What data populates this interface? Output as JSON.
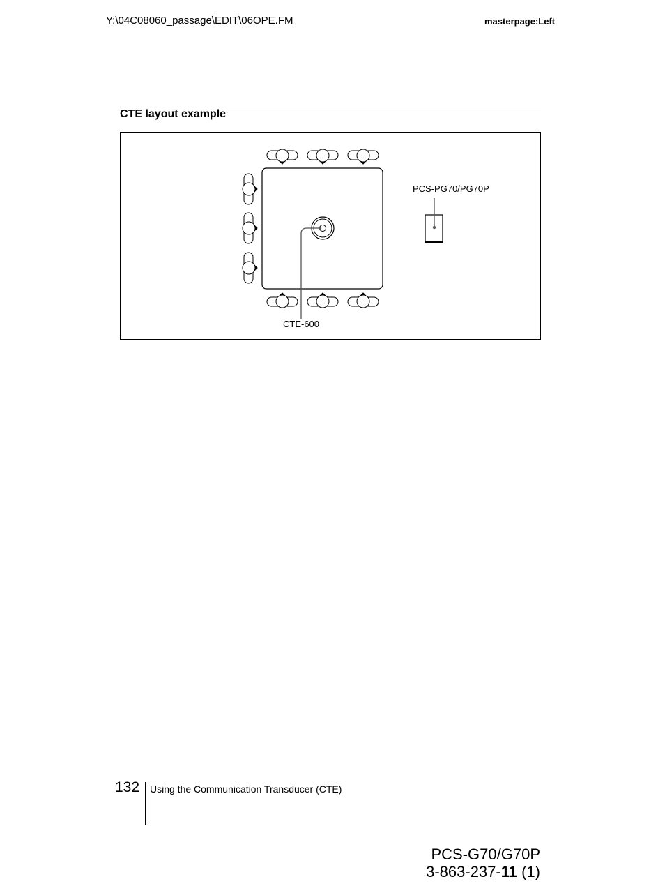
{
  "header": {
    "file_path": "Y:\\04C08060_passage\\EDIT\\06OPE.FM",
    "masterpage": "masterpage:Left"
  },
  "section": {
    "title": "CTE layout example"
  },
  "figure": {
    "label_pcs": "PCS-PG70/PG70P",
    "label_cte": "CTE-600"
  },
  "footer": {
    "page_number": "132",
    "chapter": "Using the Communication Transducer (CTE)",
    "model": "PCS-G70/G70P",
    "catalog_prefix": "3-863-237-",
    "catalog_bold": "11",
    "catalog_suffix": " (1)"
  }
}
